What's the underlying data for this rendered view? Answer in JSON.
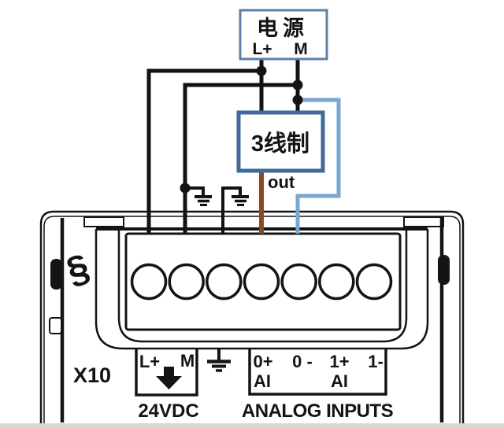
{
  "power_supply": {
    "label": "电源",
    "terminals": [
      "L+",
      "M"
    ]
  },
  "transmitter": {
    "label": "3线制",
    "output_label": "out"
  },
  "module": {
    "port_label": "X10",
    "terminal_screw_count": 7,
    "power_group": {
      "terminals": [
        "L+",
        "M"
      ],
      "caption": "24VDC"
    },
    "analog_group": {
      "terminals": [
        "0+",
        "0 -",
        "1+",
        "1-"
      ],
      "channel_labels": [
        "AI",
        "AI"
      ],
      "caption": "ANALOG INPUTS"
    }
  },
  "icons": {
    "din_clip": "§"
  },
  "colors": {
    "black_wire": "#121212",
    "brown_wire": "#8a4a1c",
    "blue_wire": "#7aa6d2",
    "power_box_border": "#5d81a5",
    "transmitter_box_border": "#3f6a99"
  }
}
